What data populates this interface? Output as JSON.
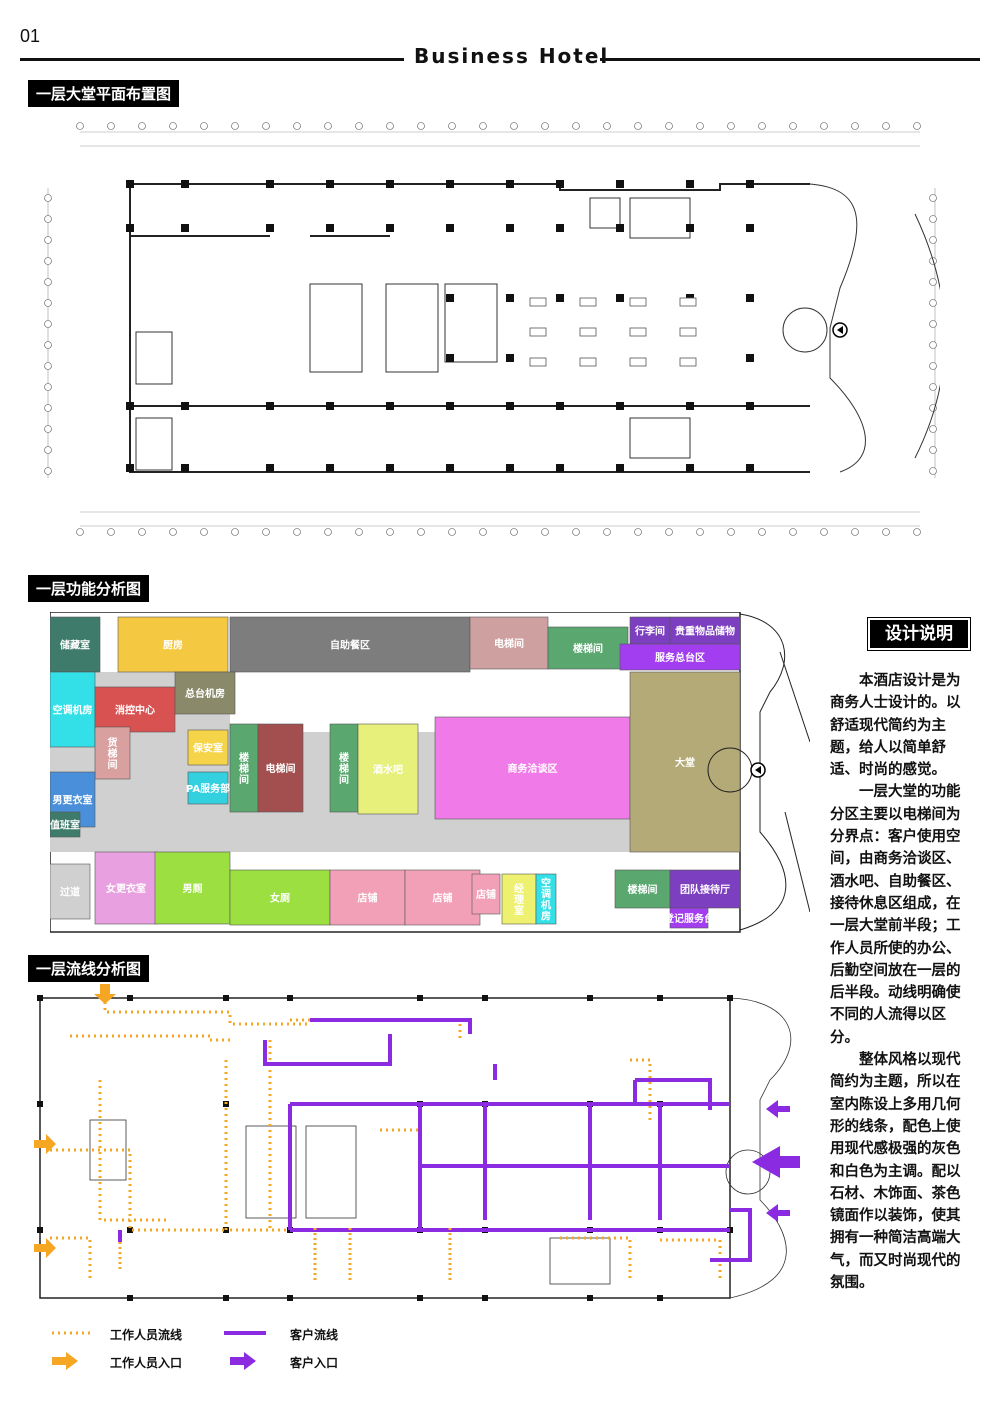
{
  "page": {
    "number": "01",
    "brand": "Business Hotel"
  },
  "sections": {
    "plan_title": "一层大堂平面布置图",
    "function_title": "一层功能分析图",
    "flow_title": "一层流线分析图"
  },
  "description": {
    "title": "设计说明",
    "paragraphs": [
      "本酒店设计是为商务人士设计的。以舒适现代简约为主题，给人以简单舒适、时尚的感觉。",
      "一层大堂的功能分区主要以电梯间为分界点：客户使用空间，由商务洽谈区、酒水吧、自助餐区、接待休息区组成，在一层大堂前半段；工作人员所使的办公、后勤空间放在一层的后半段。动线明确使不同的人流得以区分。",
      "整体风格以现代简约为主题，所以在室内陈设上多用几何形的线条，配色上使用现代感极强的灰色和白色为主调。配以石材、木饰面、茶色镜面作以装饰，使其拥有一种简洁高端大气，而又时尚现代的氛围。"
    ]
  },
  "zones": [
    {
      "label": "储藏室",
      "color": "#3f7b6b"
    },
    {
      "label": "厨房",
      "color": "#f5c842"
    },
    {
      "label": "自助餐区",
      "color": "#7d7d7d"
    },
    {
      "label": "电梯间",
      "color": "#cfa0a0"
    },
    {
      "label": "楼梯间",
      "color": "#5aa870"
    },
    {
      "label": "行李间",
      "color": "#7c3fbf"
    },
    {
      "label": "贵重物品储物",
      "color": "#7c3fbf"
    },
    {
      "label": "服务总台区",
      "color": "#a23df0"
    },
    {
      "label": "空调机房",
      "color": "#33e0e8"
    },
    {
      "label": "消控中心",
      "color": "#d95252"
    },
    {
      "label": "总台机房",
      "color": "#8a8a6a"
    },
    {
      "label": "货梯间",
      "color": "#d9a0a0"
    },
    {
      "label": "保安室",
      "color": "#f5d44a"
    },
    {
      "label": "PA服务部",
      "color": "#33d0e0"
    },
    {
      "label": "楼梯间",
      "color": "#5aa870"
    },
    {
      "label": "电梯间",
      "color": "#a34f4f"
    },
    {
      "label": "楼梯间",
      "color": "#5aa870"
    },
    {
      "label": "酒水吧",
      "color": "#e6f07a"
    },
    {
      "label": "商务洽谈区",
      "color": "#f07ae8"
    },
    {
      "label": "大堂",
      "color": "#b3aa78"
    },
    {
      "label": "男更衣室",
      "color": "#4a8fd9"
    },
    {
      "label": "值班室",
      "color": "#3f7b6b"
    },
    {
      "label": "过道",
      "color": "#d0d0d0"
    },
    {
      "label": "女更衣室",
      "color": "#e8a0e0"
    },
    {
      "label": "男厕",
      "color": "#9be040"
    },
    {
      "label": "女厕",
      "color": "#9be040"
    },
    {
      "label": "店铺",
      "color": "#f2a0b8"
    },
    {
      "label": "店铺",
      "color": "#f2a0b8"
    },
    {
      "label": "店铺",
      "color": "#f2a0b8"
    },
    {
      "label": "经理室",
      "color": "#eef070"
    },
    {
      "label": "空调机房",
      "color": "#33e0e8"
    },
    {
      "label": "楼梯间",
      "color": "#5aa870"
    },
    {
      "label": "团队接待厅",
      "color": "#7c3fbf"
    },
    {
      "label": "登记服务台",
      "color": "#a23df0"
    },
    {
      "label": "行李间",
      "color": "#7c3fbf"
    }
  ],
  "legend": {
    "staff_flow": "工作人员流线",
    "customer_flow": "客户流线",
    "staff_entry": "工作人员入口",
    "customer_entry": "客户入口",
    "staff_color": "#f5a623",
    "customer_color": "#8a2be2"
  }
}
